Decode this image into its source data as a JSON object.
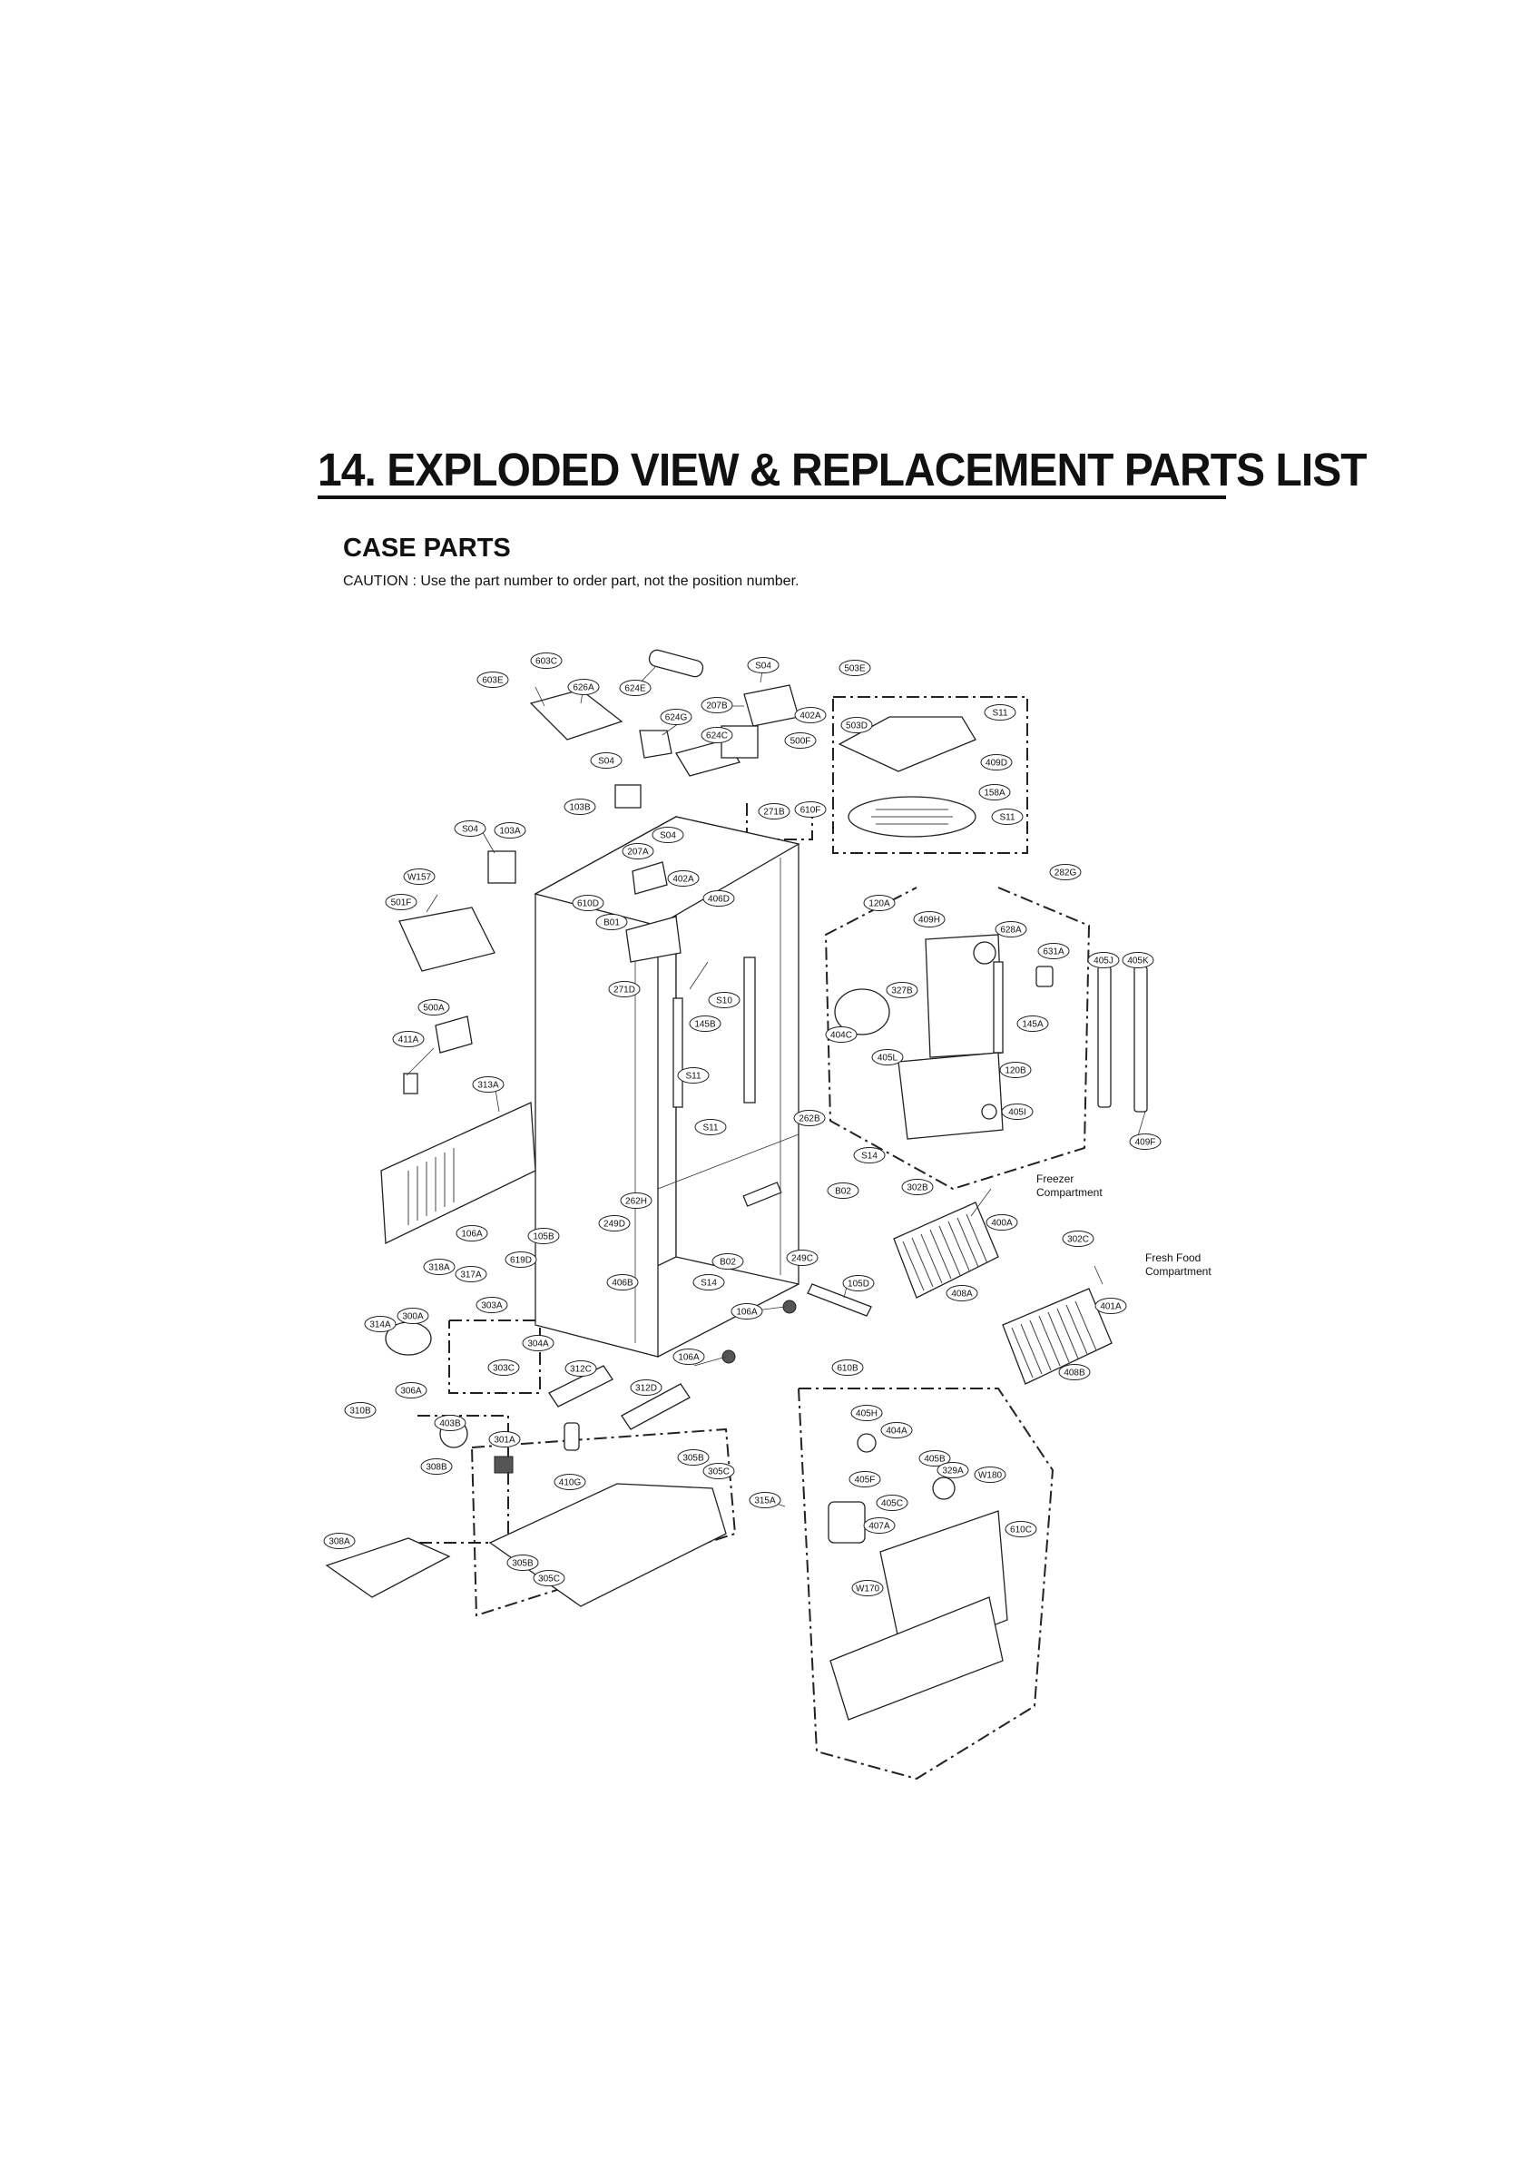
{
  "header": {
    "title": "14. EXPLODED VIEW & REPLACEMENT PARTS LIST"
  },
  "section": {
    "title": "CASE PARTS",
    "caution": "CAUTION : Use the part number to order part, not the position number."
  },
  "area_labels": {
    "freezer": [
      "Freezer",
      "Compartment"
    ],
    "fresh_food": [
      "Fresh Food",
      "Compartment"
    ]
  },
  "callouts": [
    "603C",
    "603E",
    "626A",
    "624E",
    "S04",
    "503E",
    "207B",
    "624G",
    "624C",
    "402A",
    "500F",
    "503D",
    "S11",
    "S04",
    "409D",
    "103B",
    "271B",
    "610F",
    "158A",
    "S11",
    "S04",
    "103A",
    "207A",
    "S04",
    "402A",
    "W157",
    "282G",
    "501F",
    "610D",
    "406D",
    "B01",
    "120A",
    "409H",
    "628A",
    "631A",
    "405J",
    "405K",
    "271D",
    "S10",
    "500A",
    "327B",
    "145A",
    "145B",
    "404C",
    "411A",
    "405L",
    "120B",
    "S11",
    "313A",
    "405I",
    "409F",
    "262B",
    "S11",
    "S14",
    "B02",
    "302B",
    "262H",
    "400A",
    "249D",
    "106A",
    "105B",
    "302C",
    "B02",
    "249C",
    "318A",
    "619D",
    "317A",
    "406B",
    "S14",
    "105D",
    "408A",
    "401A",
    "303A",
    "106A",
    "314A",
    "300A",
    "304A",
    "408B",
    "303C",
    "312C",
    "106A",
    "312D",
    "610B",
    "306A",
    "310B",
    "403B",
    "405H",
    "404A",
    "301A",
    "308B",
    "405B",
    "329A",
    "W180",
    "410G",
    "405F",
    "305B",
    "305C",
    "315A",
    "405C",
    "407A",
    "610C",
    "308A",
    "305B",
    "305C",
    "W170"
  ]
}
